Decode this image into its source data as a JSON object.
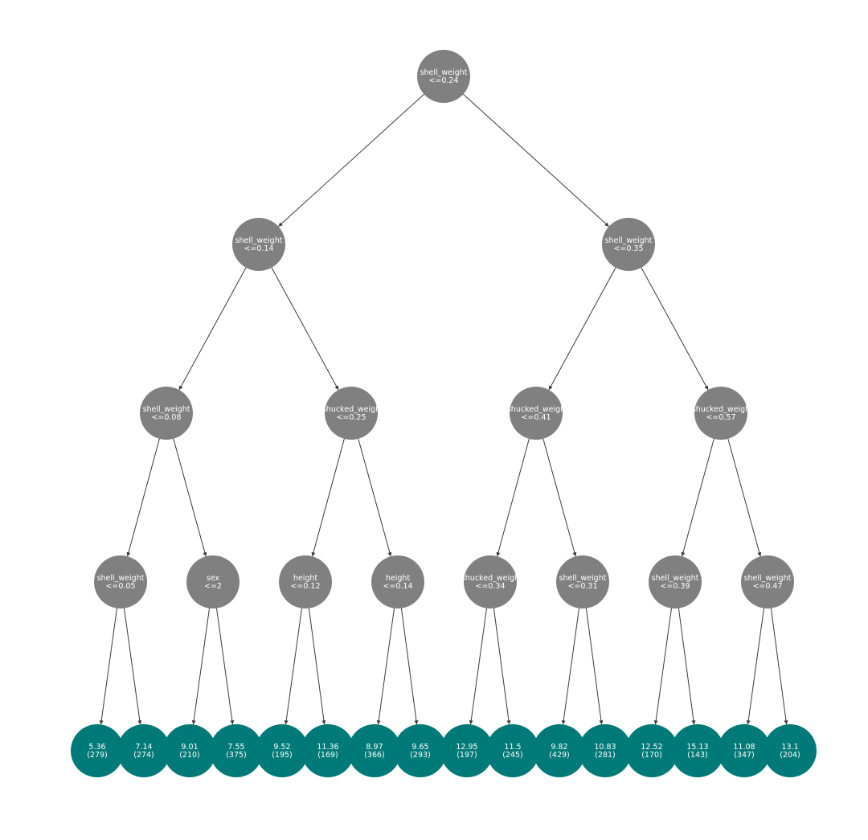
{
  "diagram": {
    "type": "decision-tree",
    "colors": {
      "split_node": "#808080",
      "leaf_node": "#007a78",
      "edge": "#3a3a3a",
      "label": "#ffffff"
    },
    "nodes": [
      {
        "id": "n0",
        "line1": "shell_weight",
        "line2": "<=0.24",
        "kind": "split"
      },
      {
        "id": "n1",
        "line1": "shell_weight",
        "line2": "<=0.14",
        "kind": "split"
      },
      {
        "id": "n2",
        "line1": "shell_weight",
        "line2": "<=0.35",
        "kind": "split"
      },
      {
        "id": "n3",
        "line1": "shell_weight",
        "line2": "<=0.08",
        "kind": "split"
      },
      {
        "id": "n4",
        "line1": "shucked_weigh",
        "line2": "<=0.25",
        "kind": "split"
      },
      {
        "id": "n5",
        "line1": "shucked_weigh",
        "line2": "<=0.41",
        "kind": "split"
      },
      {
        "id": "n6",
        "line1": "shucked_weigh",
        "line2": "<=0.57",
        "kind": "split"
      },
      {
        "id": "n7",
        "line1": "shell_weight",
        "line2": "<=0.05",
        "kind": "split"
      },
      {
        "id": "n8",
        "line1": "sex",
        "line2": "<=2",
        "kind": "split"
      },
      {
        "id": "n9",
        "line1": "height",
        "line2": "<=0.12",
        "kind": "split"
      },
      {
        "id": "n10",
        "line1": "height",
        "line2": "<=0.14",
        "kind": "split"
      },
      {
        "id": "n11",
        "line1": "shucked_weigh",
        "line2": "<=0.34",
        "kind": "split"
      },
      {
        "id": "n12",
        "line1": "shell_weight",
        "line2": "<=0.31",
        "kind": "split"
      },
      {
        "id": "n13",
        "line1": "shell_weight",
        "line2": "<=0.39",
        "kind": "split"
      },
      {
        "id": "n14",
        "line1": "shell_weight",
        "line2": "<=0.47",
        "kind": "split"
      },
      {
        "id": "l0",
        "line1": "5.36",
        "line2": "(279)",
        "kind": "leaf"
      },
      {
        "id": "l1",
        "line1": "7.14",
        "line2": "(274)",
        "kind": "leaf"
      },
      {
        "id": "l2",
        "line1": "9.01",
        "line2": "(210)",
        "kind": "leaf"
      },
      {
        "id": "l3",
        "line1": "7.55",
        "line2": "(375)",
        "kind": "leaf"
      },
      {
        "id": "l4",
        "line1": "9.52",
        "line2": "(195)",
        "kind": "leaf"
      },
      {
        "id": "l5",
        "line1": "11.36",
        "line2": "(169)",
        "kind": "leaf"
      },
      {
        "id": "l6",
        "line1": "8.97",
        "line2": "(366)",
        "kind": "leaf"
      },
      {
        "id": "l7",
        "line1": "9.65",
        "line2": "(293)",
        "kind": "leaf"
      },
      {
        "id": "l8",
        "line1": "12.95",
        "line2": "(197)",
        "kind": "leaf"
      },
      {
        "id": "l9",
        "line1": "11.5",
        "line2": "(245)",
        "kind": "leaf"
      },
      {
        "id": "l10",
        "line1": "9.82",
        "line2": "(429)",
        "kind": "leaf"
      },
      {
        "id": "l11",
        "line1": "10.83",
        "line2": "(281)",
        "kind": "leaf"
      },
      {
        "id": "l12",
        "line1": "12.52",
        "line2": "(170)",
        "kind": "leaf"
      },
      {
        "id": "l13",
        "line1": "15.13",
        "line2": "(143)",
        "kind": "leaf"
      },
      {
        "id": "l14",
        "line1": "11.08",
        "line2": "(347)",
        "kind": "leaf"
      },
      {
        "id": "l15",
        "line1": "13.1",
        "line2": "(204)",
        "kind": "leaf"
      }
    ],
    "edges": [
      [
        "n0",
        "n1"
      ],
      [
        "n0",
        "n2"
      ],
      [
        "n1",
        "n3"
      ],
      [
        "n1",
        "n4"
      ],
      [
        "n2",
        "n5"
      ],
      [
        "n2",
        "n6"
      ],
      [
        "n3",
        "n7"
      ],
      [
        "n3",
        "n8"
      ],
      [
        "n4",
        "n9"
      ],
      [
        "n4",
        "n10"
      ],
      [
        "n5",
        "n11"
      ],
      [
        "n5",
        "n12"
      ],
      [
        "n6",
        "n13"
      ],
      [
        "n6",
        "n14"
      ],
      [
        "n7",
        "l0"
      ],
      [
        "n7",
        "l1"
      ],
      [
        "n8",
        "l2"
      ],
      [
        "n8",
        "l3"
      ],
      [
        "n9",
        "l4"
      ],
      [
        "n9",
        "l5"
      ],
      [
        "n10",
        "l6"
      ],
      [
        "n10",
        "l7"
      ],
      [
        "n11",
        "l8"
      ],
      [
        "n11",
        "l9"
      ],
      [
        "n12",
        "l10"
      ],
      [
        "n12",
        "l11"
      ],
      [
        "n13",
        "l12"
      ],
      [
        "n13",
        "l13"
      ],
      [
        "n14",
        "l14"
      ],
      [
        "n14",
        "l15"
      ]
    ]
  }
}
